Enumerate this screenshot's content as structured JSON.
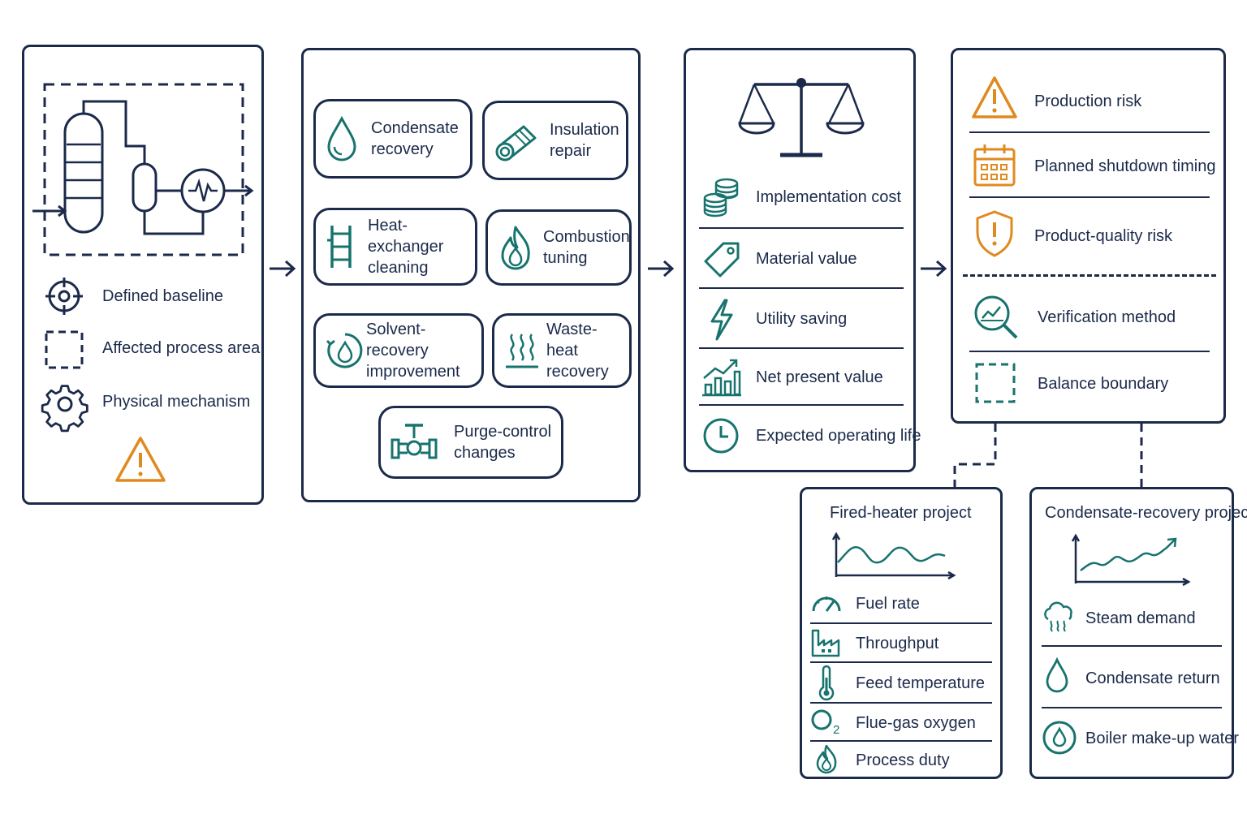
{
  "colors": {
    "navy": "#1b2a4a",
    "teal": "#17736e",
    "orange": "#e08a1e"
  },
  "panel1": {
    "items": [
      {
        "label": "Defined baseline",
        "icon": "crosshair-icon"
      },
      {
        "label": "Affected process area",
        "icon": "dashed-square-icon"
      },
      {
        "label": "Physical mechanism",
        "icon": "gear-icon"
      }
    ],
    "warning_icon": "warning-icon"
  },
  "panel2": {
    "measures": [
      {
        "label": "Condensate recovery",
        "icon": "droplet-icon"
      },
      {
        "label": "Insulation repair",
        "icon": "insulation-roll-icon"
      },
      {
        "label": "Heat-exchanger cleaning",
        "icon": "heat-exchanger-icon"
      },
      {
        "label": "Combustion tuning",
        "icon": "flame-icon"
      },
      {
        "label": "Solvent-recovery improvement",
        "icon": "recycle-droplet-icon"
      },
      {
        "label": "Waste-heat recovery",
        "icon": "heat-waves-icon"
      },
      {
        "label": "Purge-control changes",
        "icon": "valve-icon"
      }
    ]
  },
  "panel3": {
    "header_icon": "balance-scale-icon",
    "items": [
      {
        "label": "Implementation cost",
        "icon": "coins-icon"
      },
      {
        "label": "Material value",
        "icon": "price-tag-icon"
      },
      {
        "label": "Utility saving",
        "icon": "lightning-icon"
      },
      {
        "label": "Net present value",
        "icon": "growth-chart-icon"
      },
      {
        "label": "Expected operating life",
        "icon": "clock-icon"
      }
    ]
  },
  "panel4": {
    "risks": [
      {
        "label": "Production risk",
        "icon": "warning-icon"
      },
      {
        "label": "Planned shutdown timing",
        "icon": "calendar-icon"
      },
      {
        "label": "Product-quality risk",
        "icon": "shield-alert-icon"
      }
    ],
    "verification": [
      {
        "label": "Verification method",
        "icon": "magnifier-chart-icon"
      },
      {
        "label": "Balance boundary",
        "icon": "dashed-square-icon"
      }
    ]
  },
  "fired_heater": {
    "title": "Fired-heater project",
    "items": [
      {
        "label": "Fuel rate",
        "icon": "gauge-icon"
      },
      {
        "label": "Throughput",
        "icon": "factory-icon"
      },
      {
        "label": "Feed temperature",
        "icon": "thermometer-icon"
      },
      {
        "label": "Flue-gas oxygen",
        "icon": "oxygen-icon"
      },
      {
        "label": "Process duty",
        "icon": "flame-icon"
      }
    ]
  },
  "condensate": {
    "title": "Condensate-recovery project",
    "items": [
      {
        "label": "Steam demand",
        "icon": "steam-cloud-icon"
      },
      {
        "label": "Condensate return",
        "icon": "droplet-icon"
      },
      {
        "label": "Boiler make-up water",
        "icon": "water-drop-circle-icon"
      }
    ]
  }
}
